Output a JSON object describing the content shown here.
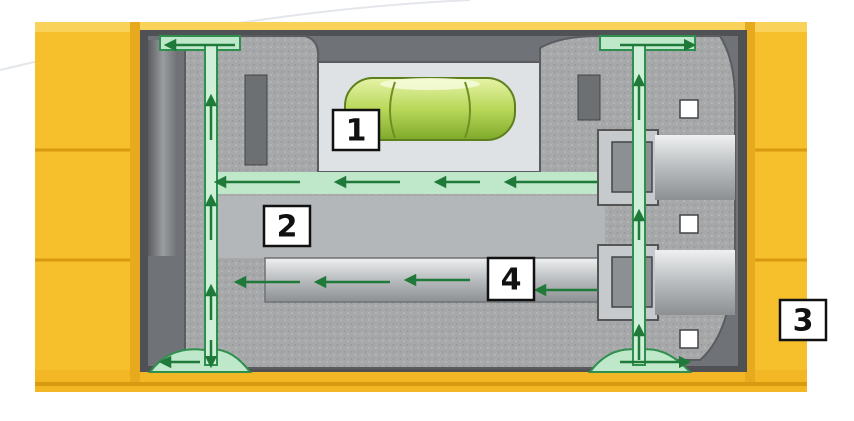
{
  "callouts": {
    "vial": "1",
    "housing": "2",
    "profile": "3",
    "channel": "4"
  },
  "colors": {
    "profile_yellow": "#F6C02C",
    "profile_shadow": "#D99A12",
    "housing_gray": "#A6A8AA",
    "bore_gray": "#C9CCCE",
    "flow_green": "#2F8F4E",
    "flow_light": "#CFEFD8",
    "vial_green": "#B9D85A"
  }
}
